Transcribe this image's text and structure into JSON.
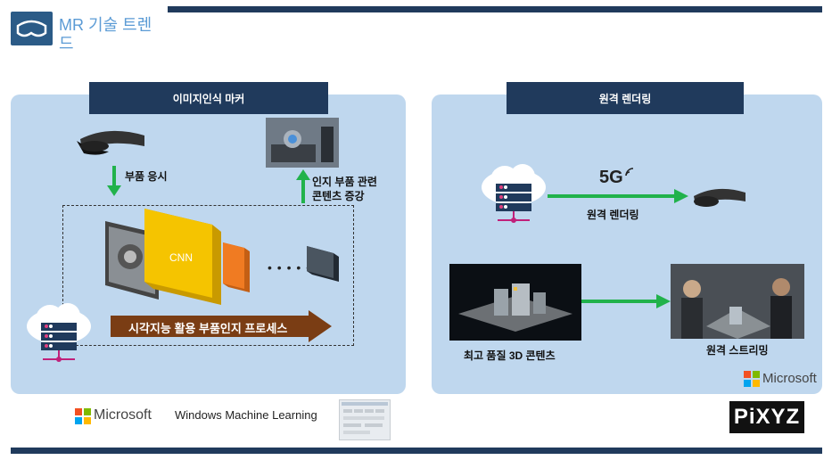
{
  "header": {
    "title": "MR 기술 트렌드"
  },
  "left_panel": {
    "title": "이미지인식 마커",
    "step_view": "부품 응시",
    "step_augment": "인지 부품 관련\n콘텐츠 증강",
    "cnn_label": "CNN",
    "dots": "• • • • •",
    "process_arrow": "시각지능 활용 부품인지 프로세스"
  },
  "right_panel": {
    "title": "원격 렌더링",
    "network": "5G",
    "rendering_label": "원격 렌더링",
    "content_label": "최고 품질 3D 콘텐츠",
    "streaming_label": "원격 스트리밍",
    "vendor": "Microsoft"
  },
  "footer": {
    "microsoft": "Microsoft",
    "wml": "Windows Machine Learning",
    "pixyz": "PiXYZ"
  },
  "colors": {
    "navy": "#203a5c",
    "panel": "#bfd7ee",
    "green": "#21b24b",
    "cnn_yellow": "#f5c400",
    "orange": "#f07b22",
    "brown": "#7a3d14"
  }
}
